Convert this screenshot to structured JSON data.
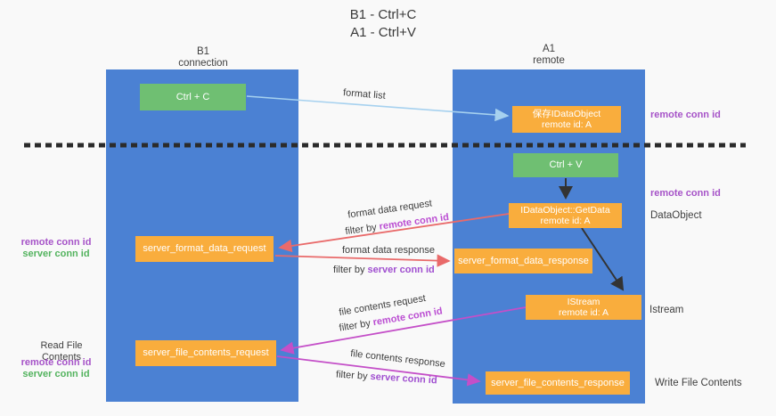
{
  "title": {
    "line1": "B1 - Ctrl+C",
    "line2": "A1 - Ctrl+V"
  },
  "columns": {
    "left": {
      "name": "B1",
      "subtitle": "connection"
    },
    "right": {
      "name": "A1",
      "subtitle": "remote"
    }
  },
  "boxes": {
    "ctrl_c": {
      "label": "Ctrl + C"
    },
    "ctrl_v": {
      "label": "Ctrl + V"
    },
    "save_idataobject": {
      "line1": "保存IDataObject",
      "line2": "remote id: A"
    },
    "getdata": {
      "line1": "IDataObject::GetData",
      "line2": "remote id: A"
    },
    "istream": {
      "line1": "IStream",
      "line2": "remote id: A"
    },
    "server_format_data_request": {
      "label": "server_format_data_request"
    },
    "server_format_data_response": {
      "label": "server_format_data_response"
    },
    "server_file_contents_request": {
      "label": "server_file_contents_request"
    },
    "server_file_contents_response": {
      "label": "server_file_contents_response"
    }
  },
  "side_labels": {
    "remote_conn_id_top": "remote conn id",
    "remote_conn_id_mid": "remote conn id",
    "dataobject": "DataObject",
    "istream": "Istream",
    "write_file_contents": "Write File Contents",
    "read_file_contents": "Read File Contents",
    "left_format_pair": {
      "remote": "remote conn id",
      "server": "server conn id"
    },
    "left_file_pair": {
      "remote": "remote conn id",
      "server": "server conn id"
    }
  },
  "arrow_labels": {
    "format_list": "format list",
    "format_data_request": "format data request",
    "filter_remote_1": {
      "prefix": "filter by",
      "emphasis": "remote conn id"
    },
    "format_data_response": "format data response",
    "filter_server_1": {
      "prefix": "filter by",
      "emphasis": "server conn id"
    },
    "file_contents_request": "file contents request",
    "filter_remote_2": {
      "prefix": "filter by",
      "emphasis": "remote conn id"
    },
    "file_contents_response": "file contents response",
    "filter_server_2": {
      "prefix": "filter by",
      "emphasis": "server conn id"
    }
  },
  "colors": {
    "lane_blue": "#4b81d3",
    "box_orange": "#f9ad3d",
    "box_green": "#6fbf72",
    "arrow_light_blue": "#a6d1ef",
    "arrow_red": "#e96a6a",
    "arrow_magenta": "#c44fc8",
    "arrow_black": "#333333",
    "label_purple": "#a653c8",
    "label_green": "#53b35e",
    "emphasis_remote": "#bb4ed2",
    "emphasis_server": "#a04fd0",
    "dashed_divider": "#2b2b2b"
  }
}
